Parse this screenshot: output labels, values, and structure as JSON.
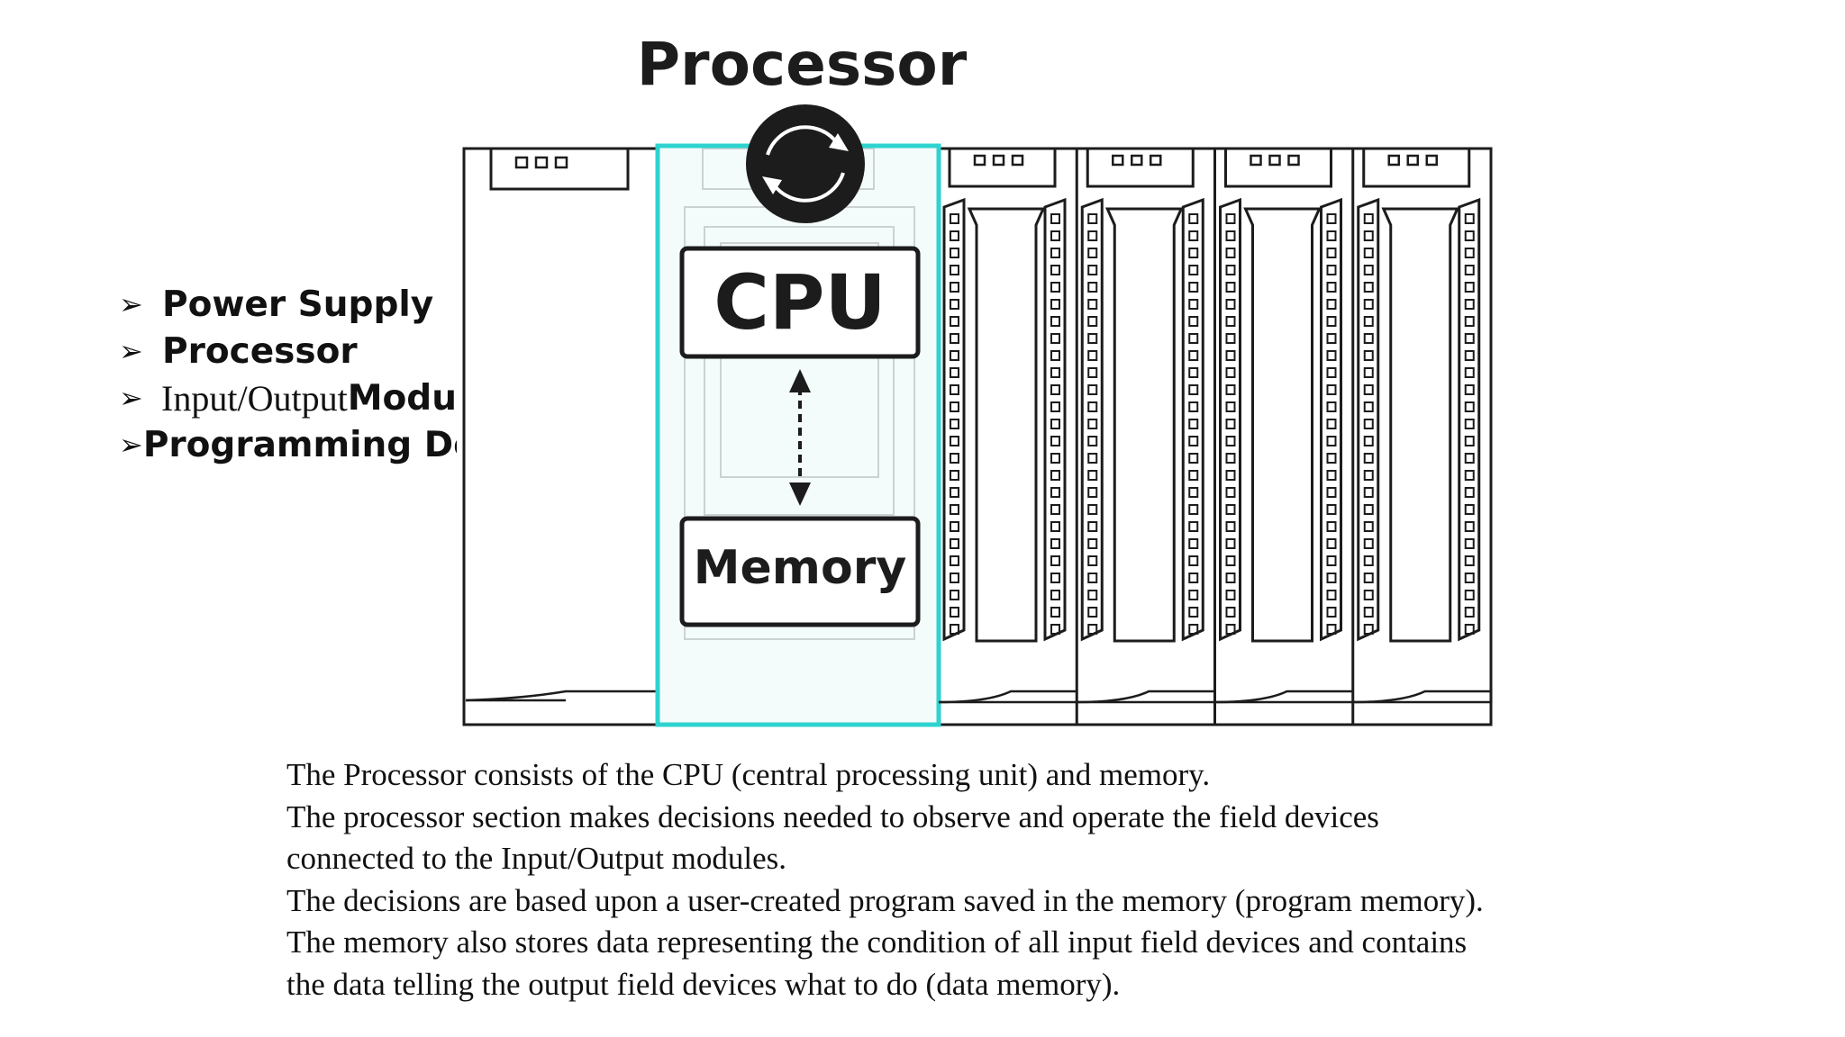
{
  "bullets": [
    {
      "label": "Power Supply"
    },
    {
      "label": "Processor"
    },
    {
      "label_serif": "Input/Output ",
      "label": "Modu"
    },
    {
      "label": "Programming De"
    }
  ],
  "diagram": {
    "title": "Processor",
    "cpu_label": "CPU",
    "memory_label": "Memory",
    "highlight_color": "#2ed3cf",
    "line_color": "#1c1c1c",
    "io_module_count": 4
  },
  "description": {
    "lines": [
      "The Processor consists of the CPU (central processing unit) and memory.",
      "The processor section makes decisions needed to observe and operate the field devices",
      "connected to the Input/Output modules.",
      "The decisions are based upon a user-created program saved in the memory (program memory).",
      "The memory also stores data representing the condition of all input field devices and contains",
      "the data telling the output field devices what to do (data memory)."
    ]
  }
}
